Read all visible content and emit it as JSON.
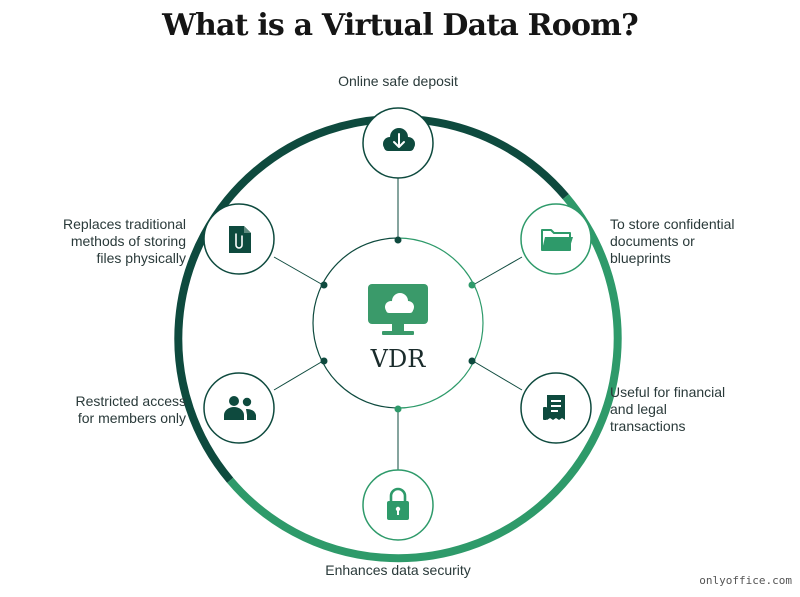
{
  "title": "What is a Virtual Data Room?",
  "hub": {
    "label": "VDR",
    "icon": "monitor-cloud-icon"
  },
  "features": [
    {
      "id": "top",
      "icon": "cloud-download-icon",
      "lines": [
        "Online safe deposit"
      ]
    },
    {
      "id": "upper-right",
      "icon": "folder-icon",
      "lines": [
        "To store confidential",
        "documents or",
        "blueprints"
      ]
    },
    {
      "id": "lower-right",
      "icon": "receipt-document-icon",
      "lines": [
        "Useful for financial",
        "and legal",
        "transactions"
      ]
    },
    {
      "id": "bottom",
      "icon": "lock-icon",
      "lines": [
        "Enhances data security"
      ]
    },
    {
      "id": "lower-left",
      "icon": "users-icon",
      "lines": [
        "Restricted access",
        "for members only"
      ]
    },
    {
      "id": "upper-left",
      "icon": "paperclip-file-icon",
      "lines": [
        "Replaces traditional",
        "methods of storing",
        "files physically"
      ]
    }
  ],
  "watermark": "onlyoffice.com",
  "colors": {
    "dark": "#0e4a3e",
    "green": "#2e9a6a",
    "accent": "#3a9a6a",
    "text": "#2a3a3a"
  }
}
